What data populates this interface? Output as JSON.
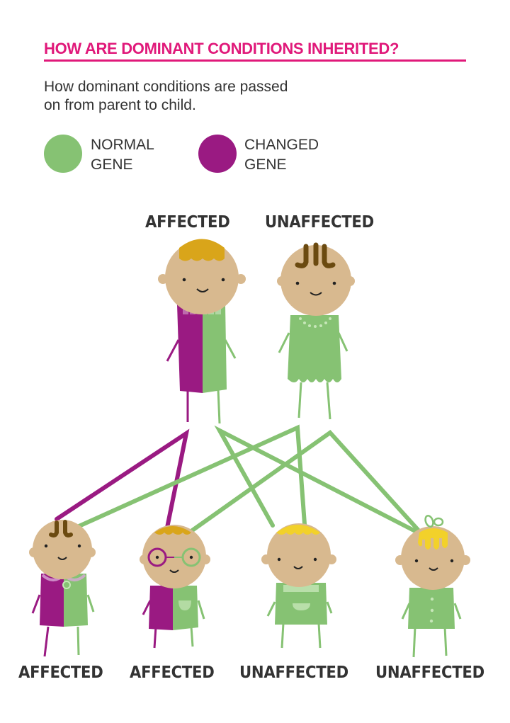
{
  "header": {
    "title": "HOW ARE DOMINANT CONDITIONS INHERITED?",
    "subtitle_line1": "How dominant conditions are passed",
    "subtitle_line2": "on from parent to child."
  },
  "legend": {
    "normal": {
      "line1": "NORMAL",
      "line2": "GENE",
      "color": "#86c273"
    },
    "changed": {
      "line1": "CHANGED",
      "line2": "GENE",
      "color": "#9a1a82"
    }
  },
  "parents": [
    {
      "label": "AFFECTED",
      "genes": [
        "changed",
        "normal"
      ]
    },
    {
      "label": "UNAFFECTED",
      "genes": [
        "normal",
        "normal"
      ]
    }
  ],
  "children": [
    {
      "label": "AFFECTED",
      "genes": [
        "changed",
        "normal"
      ]
    },
    {
      "label": "AFFECTED",
      "genes": [
        "changed",
        "normal"
      ]
    },
    {
      "label": "UNAFFECTED",
      "genes": [
        "normal",
        "normal"
      ]
    },
    {
      "label": "UNAFFECTED",
      "genes": [
        "normal",
        "normal"
      ]
    }
  ],
  "colors": {
    "accent": "#e0197a",
    "normal_gene": "#86c273",
    "changed_gene": "#9a1a82",
    "skin": "#d8b98f",
    "text": "#333333"
  }
}
